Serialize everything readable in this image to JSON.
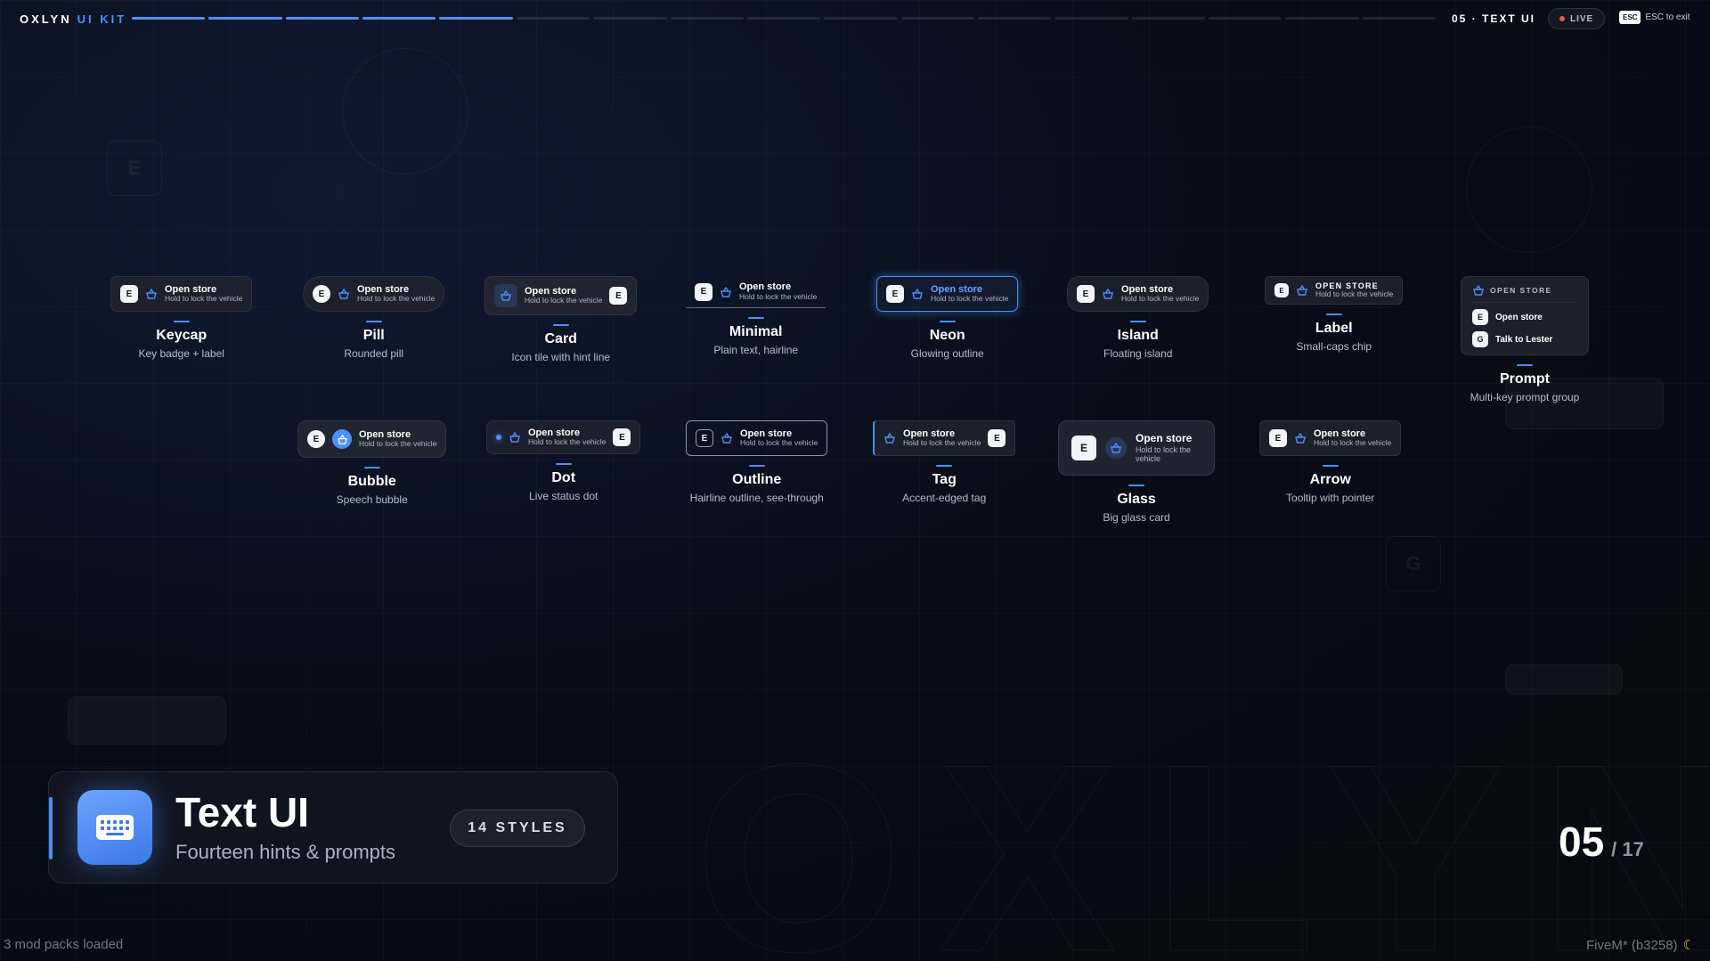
{
  "brand": {
    "name": "OXLYN",
    "sub": "UI KIT"
  },
  "progress": {
    "current": 5,
    "total": 17
  },
  "topbar": {
    "slide_code": "05 · TEXT UI",
    "live_label": "LIVE",
    "esc_key": "ESC",
    "esc_text": "ESC to exit"
  },
  "sample": {
    "title": "Open store",
    "hint": "Hold to lock the vehicle",
    "key": "E",
    "label_title": "OPEN STORE"
  },
  "styles": [
    {
      "name": "Keycap",
      "desc": "Key badge + label"
    },
    {
      "name": "Pill",
      "desc": "Rounded pill"
    },
    {
      "name": "Card",
      "desc": "Icon tile with hint line"
    },
    {
      "name": "Minimal",
      "desc": "Plain text, hairline"
    },
    {
      "name": "Neon",
      "desc": "Glowing outline"
    },
    {
      "name": "Island",
      "desc": "Floating island"
    },
    {
      "name": "Label",
      "desc": "Small-caps chip"
    },
    {
      "name": "Prompt",
      "desc": "Multi-key prompt group"
    },
    {
      "name": "Bubble",
      "desc": "Speech bubble"
    },
    {
      "name": "Dot",
      "desc": "Live status dot"
    },
    {
      "name": "Outline",
      "desc": "Hairline outline, see-through"
    },
    {
      "name": "Tag",
      "desc": "Accent-edged tag"
    },
    {
      "name": "Glass",
      "desc": "Big glass card"
    },
    {
      "name": "Arrow",
      "desc": "Tooltip with pointer"
    }
  ],
  "prompt_group": {
    "header": "OPEN STORE",
    "rows": [
      {
        "key": "E",
        "label": "Open store"
      },
      {
        "key": "G",
        "label": "Talk to Lester"
      }
    ]
  },
  "hero": {
    "title": "Text UI",
    "subtitle": "Fourteen hints & prompts",
    "chip": "14 STYLES"
  },
  "counter": {
    "current": "05",
    "total": "/ 17"
  },
  "footer": {
    "left": "3 mod packs loaded",
    "right": "FiveM* (b3258)"
  },
  "colors": {
    "accent": "#4f8ef7",
    "live": "#e05a5a",
    "background": "#090d18"
  },
  "icons": {
    "basket": "basket-icon",
    "keyboard": "keyboard-icon",
    "moon": "moon-icon"
  }
}
